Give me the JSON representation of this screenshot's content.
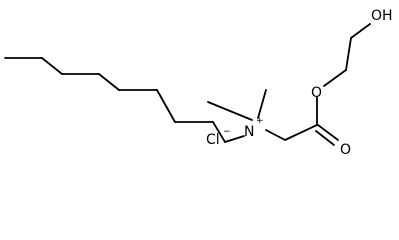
{
  "molecule": {
    "atoms": {
      "nitrogen": "N",
      "nitrogen_charge": "+",
      "chloride": "Cl",
      "chloride_charge": "−",
      "ester_oxygen": "O",
      "carbonyl_oxygen": "O",
      "hydroxyl": "OH"
    },
    "colors": {
      "ink": "#000000",
      "background": "#ffffff"
    }
  }
}
